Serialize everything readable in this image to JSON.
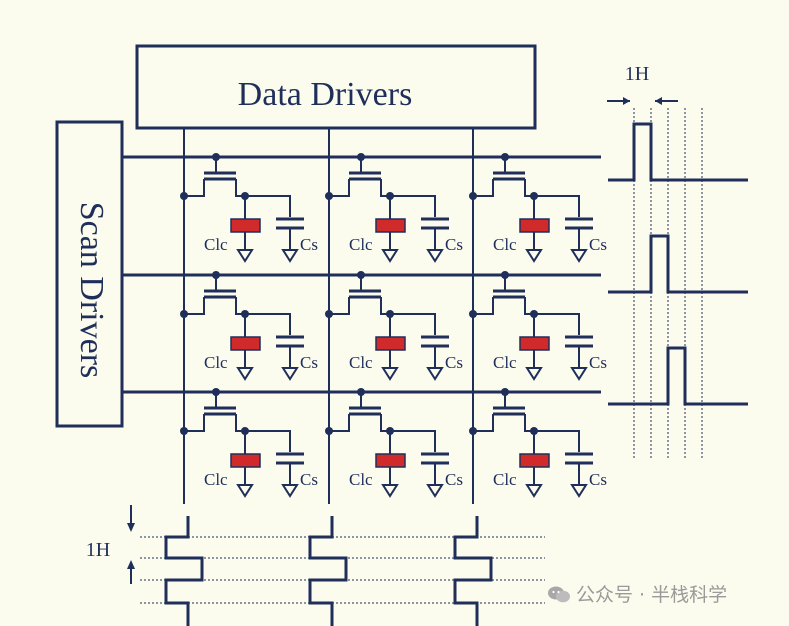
{
  "labels": {
    "data_drivers": "Data Drivers",
    "scan_drivers": "Scan Drivers",
    "clc": "Clc",
    "cs": "Cs",
    "timing_top": "1H",
    "timing_left": "1H"
  },
  "watermark": {
    "text": "公众号 · 半栈科学",
    "icon": "wechat-icon"
  },
  "colors": {
    "line": "#1f2f5a",
    "background": "#fbfbee",
    "liquid_crystal": "#d02a2a",
    "watermark": "#9a9a9a"
  },
  "grid": {
    "rows": 3,
    "columns": 3
  }
}
